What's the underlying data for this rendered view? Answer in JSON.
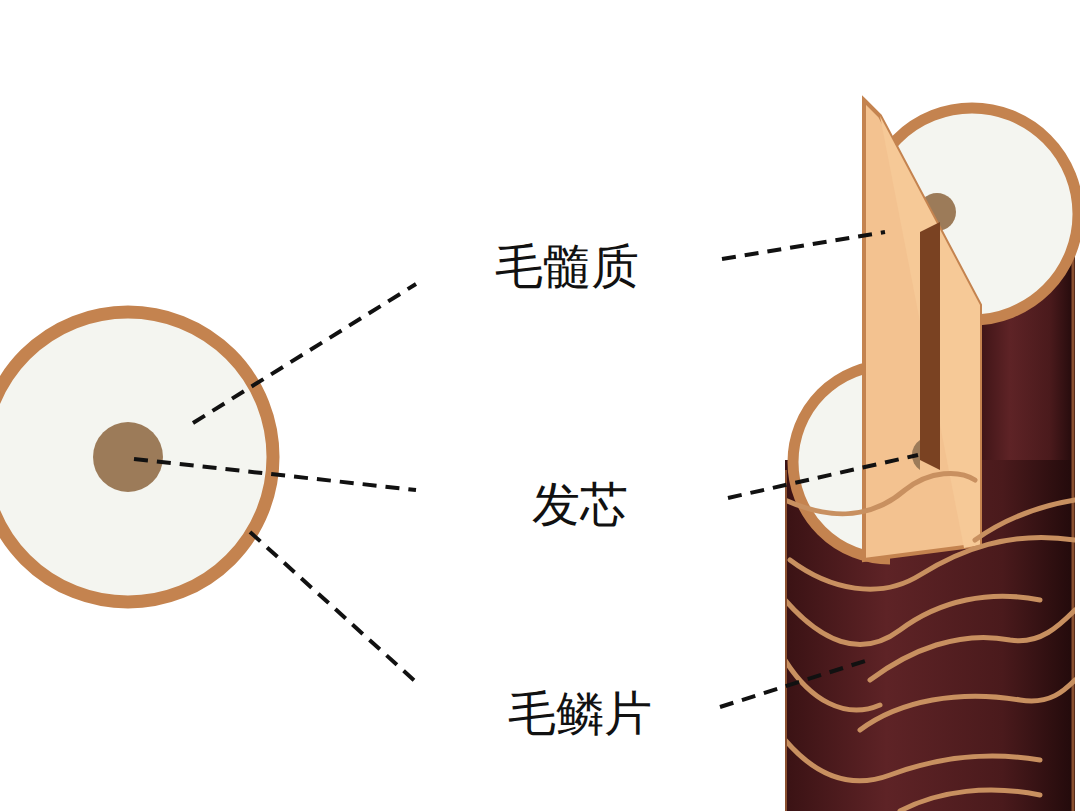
{
  "diagram": {
    "labels": [
      "毛髓质",
      "发芯",
      "毛鳞片"
    ]
  }
}
